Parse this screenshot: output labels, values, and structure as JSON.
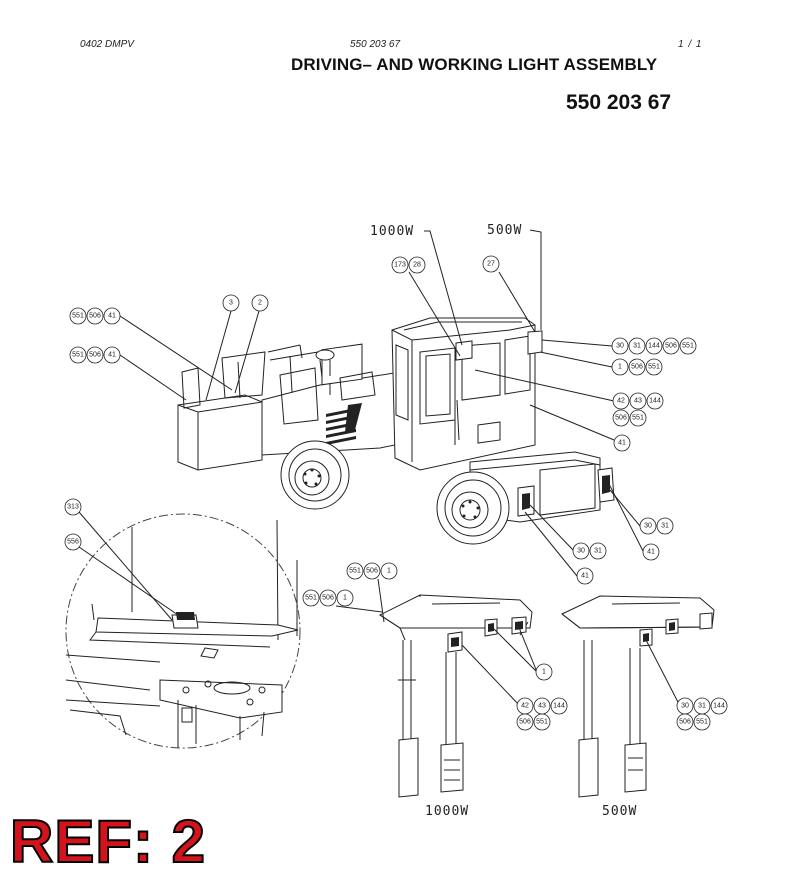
{
  "header": {
    "left": "0402 DMPV",
    "middle": "550 203 67",
    "right": "1 /  1"
  },
  "title": "DRIVING– AND WORKING LIGHT ASSEMBLY",
  "part_number": "550 203 67",
  "ref_stamp": "REF: 2",
  "light_labels": {
    "top_1000": "1000W",
    "top_500": "500W",
    "bottom_1000": "1000W",
    "bottom_500": "500W"
  },
  "callouts": {
    "c173": "173",
    "c28": "28",
    "c27": "27",
    "c3": "3",
    "c2": "2",
    "c551": "551",
    "c506": "506",
    "c41": "41",
    "c30": "30",
    "c31": "31",
    "c144": "144",
    "c1": "1",
    "c42": "42",
    "c43": "43",
    "c313": "313",
    "c556": "556"
  }
}
